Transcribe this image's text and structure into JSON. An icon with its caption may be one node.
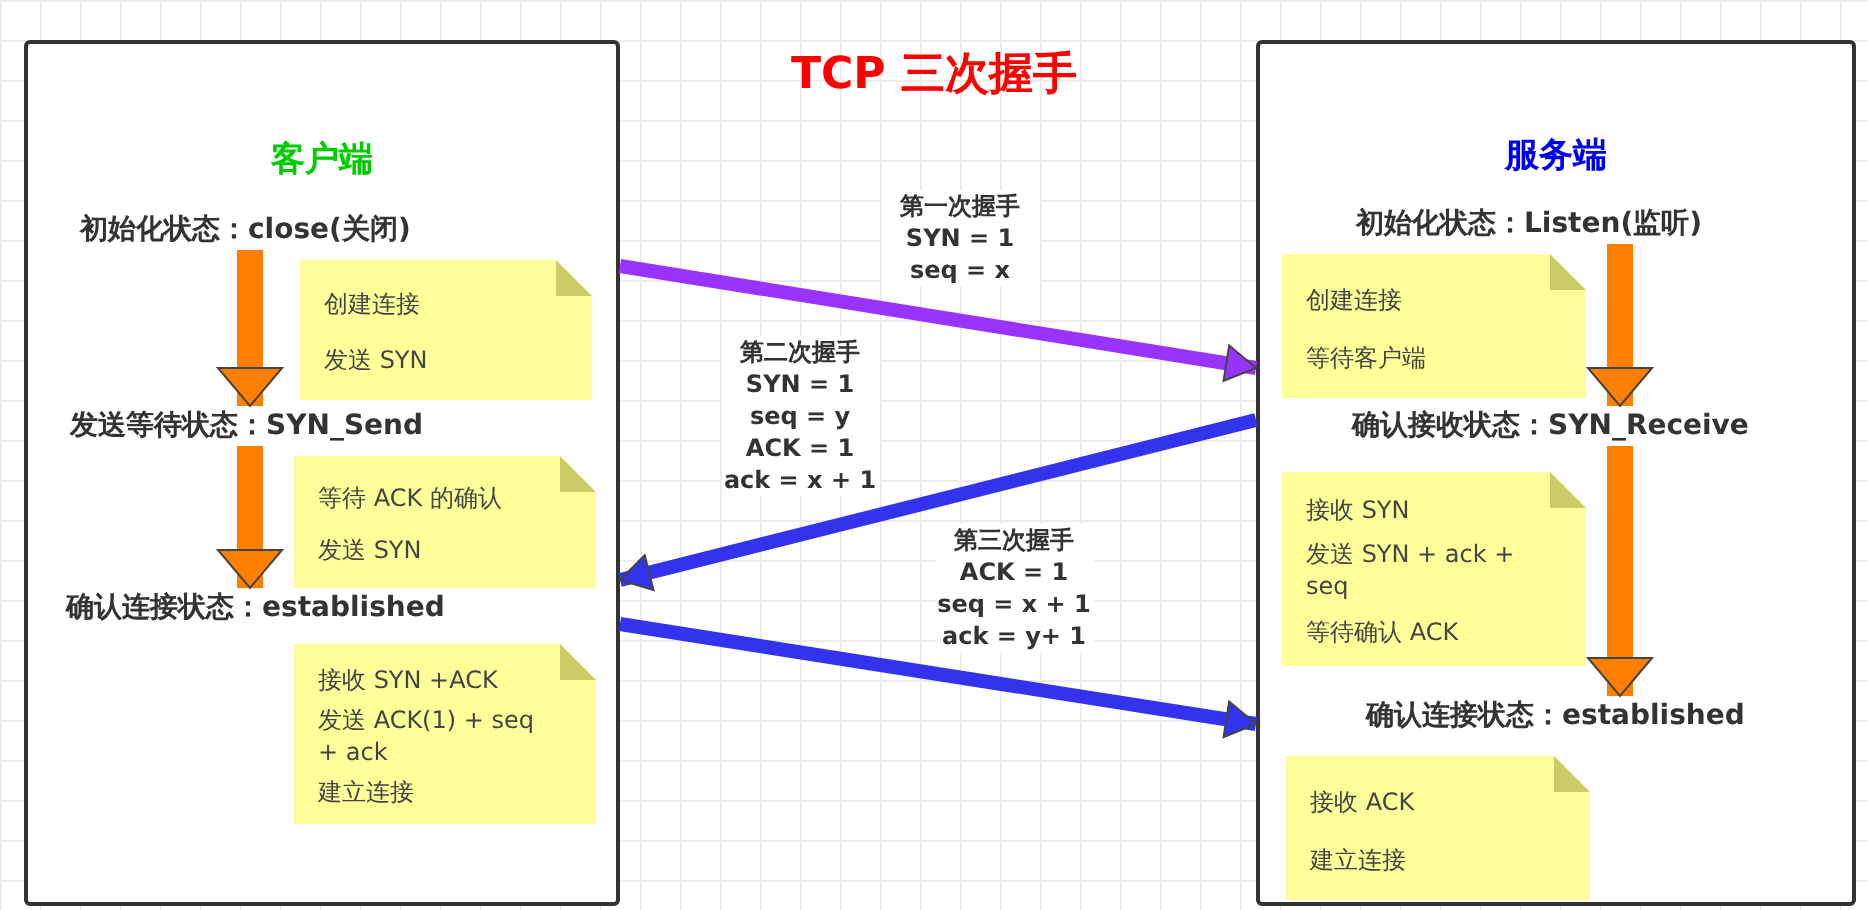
{
  "diagram": {
    "title": "TCP 三次握手",
    "nodes": [
      {
        "text": [
          "客户端"
        ]
      },
      {
        "text": [
          "初始化状态：close(关闭)"
        ],
        "in": 0
      },
      {
        "text": [
          "创建连接",
          "发送 SYN"
        ],
        "in": 0
      },
      {
        "text": [
          "发送等待状态：SYN_Send"
        ],
        "in": 0
      },
      {
        "text": [
          "等待 ACK 的确认",
          "发送 SYN"
        ],
        "in": 0
      },
      {
        "text": [
          "确认连接状态：established"
        ],
        "in": 0
      },
      {
        "text": [
          "接收 SYN +ACK",
          "发送 ACK(1) + seq + ack",
          "建立连接"
        ],
        "in": 0
      },
      {
        "text": [
          "服务端"
        ]
      },
      {
        "text": [
          "初始化状态：Listen(监听)"
        ],
        "in": 7
      },
      {
        "text": [
          "创建连接",
          "等待客户端"
        ],
        "in": 7
      },
      {
        "text": [
          "确认接收状态：SYN_Receive"
        ],
        "in": 7
      },
      {
        "text": [
          "接收 SYN",
          "发送 SYN + ack + seq",
          "等待确认 ACK"
        ],
        "in": 7
      },
      {
        "text": [
          "确认连接状态：established"
        ],
        "in": 7
      },
      {
        "text": [
          "接收 ACK",
          "建立连接"
        ],
        "in": 7
      }
    ],
    "edges": [
      {
        "from": 1,
        "to": 3,
        "arrow": "to",
        "color": "#ff8000"
      },
      {
        "from": 3,
        "to": 5,
        "arrow": "to",
        "color": "#ff8000"
      },
      {
        "from": 8,
        "to": 10,
        "arrow": "to",
        "color": "#ff8000"
      },
      {
        "from": 10,
        "to": 12,
        "arrow": "to",
        "color": "#ff8000"
      },
      {
        "from": 0,
        "to": 7,
        "arrow": "to",
        "label": "第一次握手 SYN = 1 seq = x",
        "color": "#9933ff"
      },
      {
        "from": 7,
        "to": 0,
        "arrow": "to",
        "label": "第二次握手 SYN = 1 seq = y ACK = 1 ack = x + 1",
        "color": "#3333ee"
      },
      {
        "from": 0,
        "to": 7,
        "arrow": "to",
        "label": "第三次握手 ACK = 1 seq = x + 1 ack = y+ 1",
        "color": "#3333ee"
      }
    ]
  }
}
